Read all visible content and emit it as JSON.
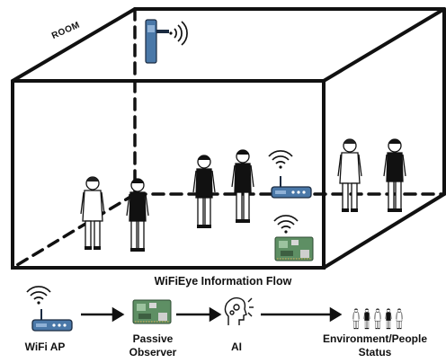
{
  "room": {
    "label": "ROOM"
  },
  "flow": {
    "title": "WiFiEye Information Flow",
    "stages": [
      {
        "icon": "wifi-router-icon",
        "label_line1": "WiFi AP",
        "label_line2": ""
      },
      {
        "icon": "circuit-board-icon",
        "label_line1": "Passive",
        "label_line2": "Observer"
      },
      {
        "icon": "ai-head-icon",
        "label_line1": "AI",
        "label_line2": ""
      },
      {
        "icon": "people-group-icon",
        "label_line1": "Environment/People",
        "label_line2": "Status"
      }
    ]
  },
  "colors": {
    "line": "#111111",
    "router_blue": "#4a78a8",
    "router_light": "#8fb1d6",
    "board_green": "#5e8f64",
    "board_light": "#9cc39f"
  }
}
